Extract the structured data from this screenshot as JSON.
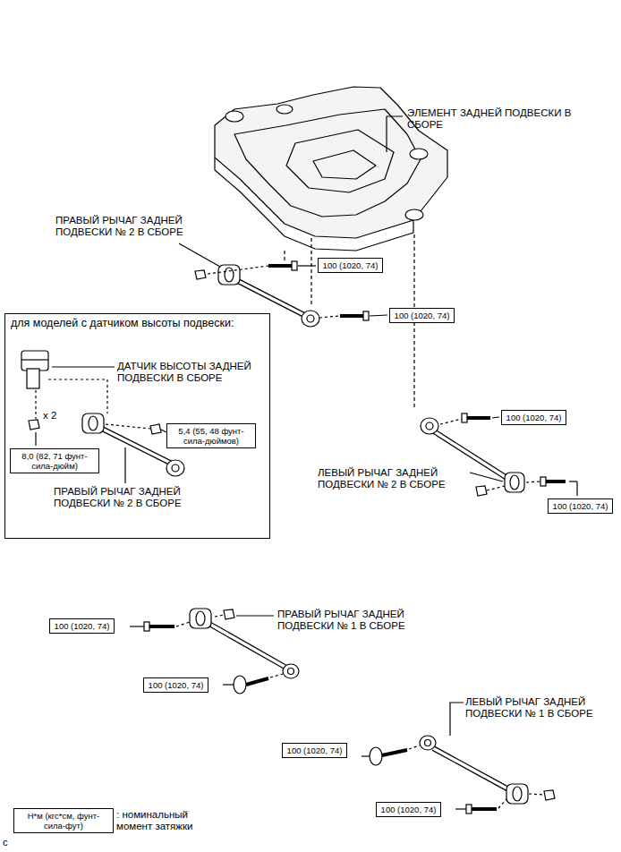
{
  "diagram": {
    "nodes": [
      {
        "text": [
          "100 (1020, 74)"
        ]
      },
      {
        "text": [
          "100 (1020, 74)"
        ]
      },
      {
        "text": [
          "для моделей с датчиком высоты подвески:"
        ]
      },
      {
        "text": [
          "5,4 (55, 48 фунт-сила-дюймов)"
        ],
        "in": 2
      },
      {
        "text": [
          "8,0 (82, 71 фунт-сила-дюйм)"
        ],
        "in": 2
      },
      {
        "text": [
          "100 (1020, 74)"
        ]
      },
      {
        "text": [
          "100 (1020, 74)"
        ]
      },
      {
        "text": [
          "100 (1020, 74)"
        ]
      },
      {
        "text": [
          "100 (1020, 74)"
        ]
      },
      {
        "text": [
          "100 (1020, 74)"
        ]
      },
      {
        "text": [
          "100 (1020, 74)"
        ]
      },
      {
        "text": [
          "Н*м (кгс*см, фунт-сила-фут)"
        ]
      }
    ],
    "labels": [
      "ЭЛЕМЕНТ ЗАДНЕЙ ПОДВЕСКИ В СБОРЕ",
      "ПРАВЫЙ РЫЧАГ ЗАДНЕЙ ПОДВЕСКИ № 2 В СБОРЕ",
      "ДАТЧИК ВЫСОТЫ ЗАДНЕЙ ПОДВЕСКИ В СБОРЕ",
      "x 2",
      "ПРАВЫЙ РЫЧАГ ЗАДНЕЙ ПОДВЕСКИ № 2 В СБОРЕ",
      "ЛЕВЫЙ РЫЧАГ ЗАДНЕЙ ПОДВЕСКИ № 2 В СБОРЕ",
      "ПРАВЫЙ РЫЧАГ ЗАДНЕЙ ПОДВЕСКИ № 1 В СБОРЕ",
      "ЛЕВЫЙ РЫЧАГ ЗАДНЕЙ ПОДВЕСКИ № 1 В СБОРЕ",
      "c"
    ],
    "legend": [
      {
        "text": ": номинальный момент затяжки"
      }
    ]
  }
}
